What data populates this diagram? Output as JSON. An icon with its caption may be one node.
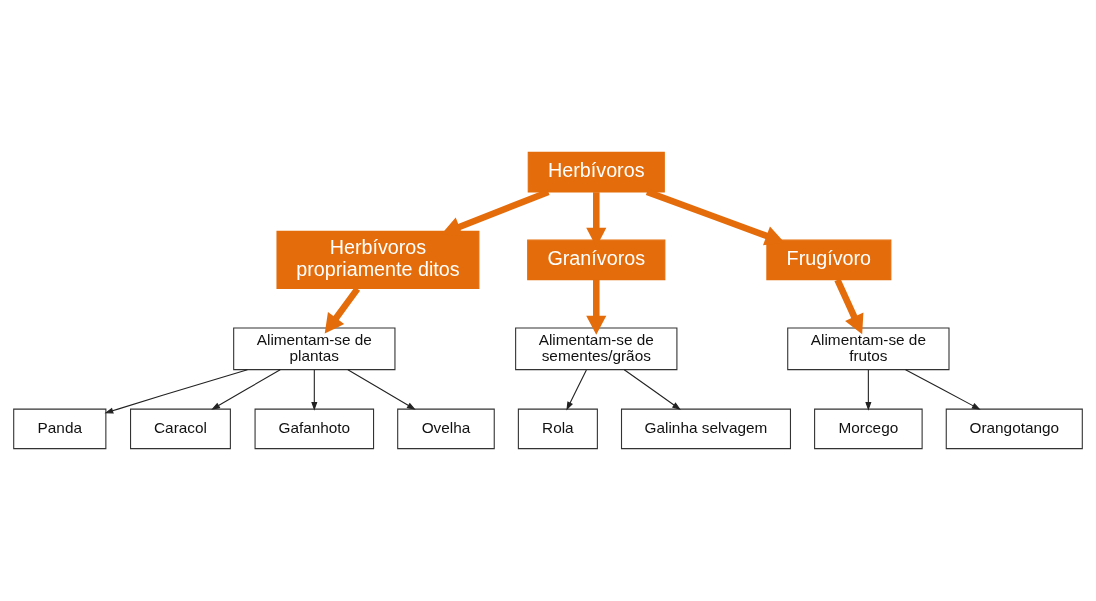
{
  "diagram": {
    "nodes": [
      {
        "text": [
          "Herbívoros"
        ]
      },
      {
        "text": [
          "Herbívoros propriamente ditos"
        ]
      },
      {
        "text": [
          "Granívoros"
        ]
      },
      {
        "text": [
          "Frugívoro"
        ]
      },
      {
        "text": [
          "Alimentam-se de plantas"
        ]
      },
      {
        "text": [
          "Panda"
        ]
      },
      {
        "text": [
          "Caracol"
        ]
      },
      {
        "text": [
          "Gafanhoto"
        ]
      },
      {
        "text": [
          "Ovelha"
        ]
      },
      {
        "text": [
          "Alimentam-se de sementes/grãos"
        ]
      },
      {
        "text": [
          "Rola"
        ]
      },
      {
        "text": [
          "Galinha selvagem"
        ]
      },
      {
        "text": [
          "Alimentam-se de frutos"
        ]
      },
      {
        "text": [
          "Morcego"
        ]
      },
      {
        "text": [
          "Orangotango"
        ]
      }
    ],
    "edges": [
      {
        "from": 0,
        "to": 1,
        "arrow": "to",
        "style": "thick",
        "color": "#e46c0a"
      },
      {
        "from": 0,
        "to": 2,
        "arrow": "to",
        "style": "thick",
        "color": "#e46c0a"
      },
      {
        "from": 0,
        "to": 3,
        "arrow": "to",
        "style": "thick",
        "color": "#e46c0a"
      },
      {
        "from": 1,
        "to": 4,
        "arrow": "to",
        "style": "thick",
        "color": "#e46c0a"
      },
      {
        "from": 2,
        "to": 9,
        "arrow": "to",
        "style": "thick",
        "color": "#e46c0a"
      },
      {
        "from": 3,
        "to": 12,
        "arrow": "to",
        "style": "thick",
        "color": "#e46c0a"
      },
      {
        "from": 4,
        "to": 5,
        "arrow": "to"
      },
      {
        "from": 4,
        "to": 6,
        "arrow": "to"
      },
      {
        "from": 4,
        "to": 7,
        "arrow": "to"
      },
      {
        "from": 4,
        "to": 8,
        "arrow": "to"
      },
      {
        "from": 9,
        "to": 10,
        "arrow": "to"
      },
      {
        "from": 9,
        "to": 11,
        "arrow": "to"
      },
      {
        "from": 12,
        "to": 13,
        "arrow": "to"
      },
      {
        "from": 12,
        "to": 14,
        "arrow": "to"
      }
    ]
  }
}
